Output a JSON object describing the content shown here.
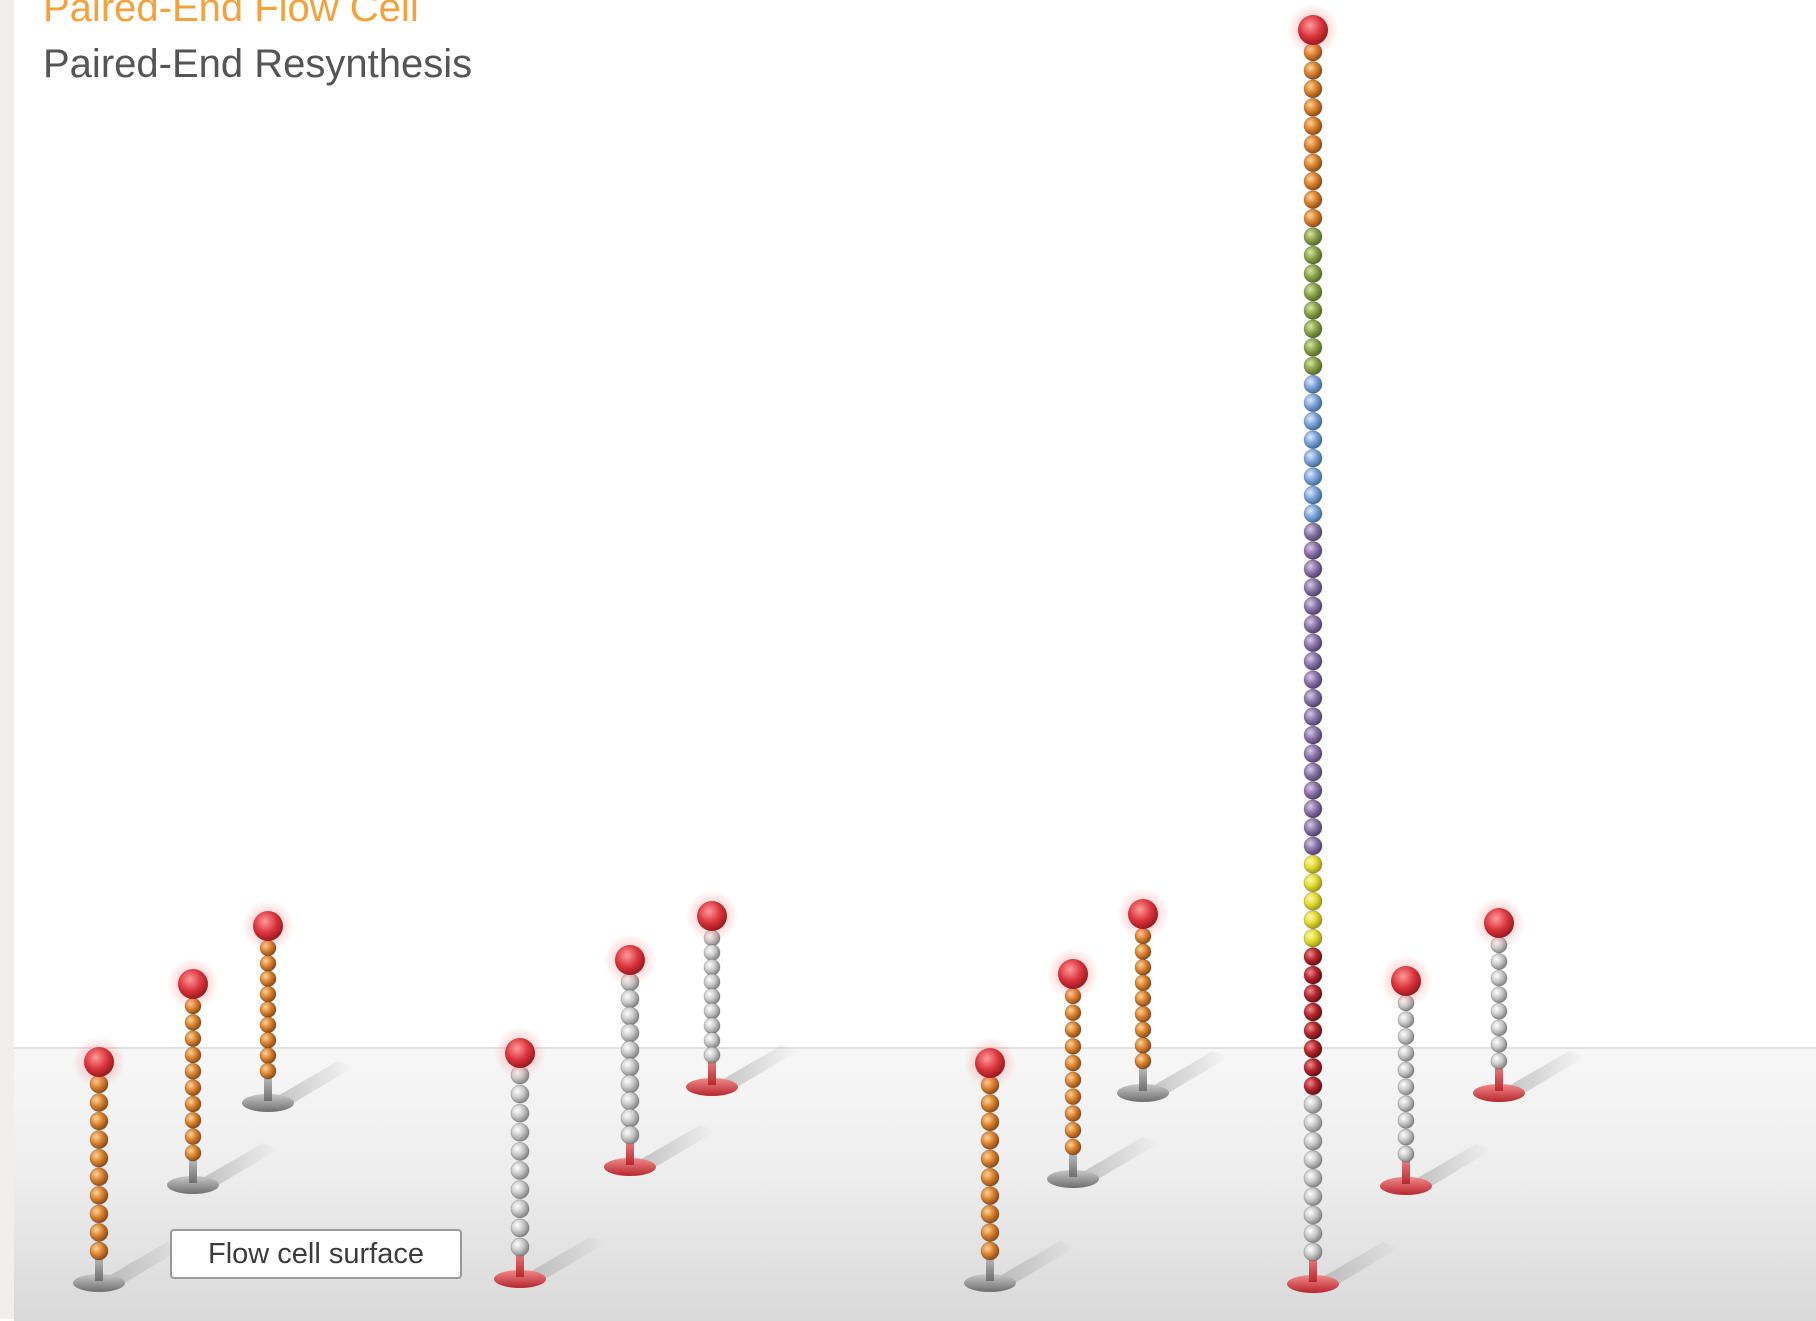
{
  "titles": {
    "flow_cell": "Paired-End Flow Cell",
    "resynthesis": "Paired-End Resynthesis"
  },
  "labels": {
    "surface": "Flow cell surface"
  },
  "colors": {
    "title_orange": "#f5a13c",
    "title_gray": "#555555",
    "cap_red": "#d9323a",
    "primer_gray": "#9a9a9a",
    "primer_red": "#d84a4a",
    "bead_orange": "#d9812c",
    "bead_silver": "#c8c8c8",
    "bead_green": "#8aa24a",
    "bead_blue": "#7ba3d9",
    "bead_purple": "#8a74a8",
    "bead_yellow": "#e2d92f",
    "bead_darkred": "#b3242b"
  },
  "strands": [
    {
      "type": "orange",
      "anchor": "gray"
    },
    {
      "type": "orange",
      "anchor": "gray"
    },
    {
      "type": "orange",
      "anchor": "gray"
    },
    {
      "type": "silver",
      "anchor": "red"
    },
    {
      "type": "silver",
      "anchor": "red"
    },
    {
      "type": "silver",
      "anchor": "red"
    },
    {
      "type": "orange",
      "anchor": "gray"
    },
    {
      "type": "orange",
      "anchor": "gray"
    },
    {
      "type": "orange",
      "anchor": "gray"
    },
    {
      "type": "silver",
      "anchor": "red"
    },
    {
      "type": "silver",
      "anchor": "red"
    },
    {
      "type": "long",
      "anchor": "red"
    }
  ],
  "long_strand_segments": [
    {
      "color": "bead_orange",
      "count": 10
    },
    {
      "color": "bead_green",
      "count": 8
    },
    {
      "color": "bead_blue",
      "count": 8
    },
    {
      "color": "bead_purple",
      "count": 18
    },
    {
      "color": "bead_yellow",
      "count": 5
    },
    {
      "color": "bead_darkred",
      "count": 8
    },
    {
      "color": "bead_silver",
      "count": 9
    }
  ]
}
